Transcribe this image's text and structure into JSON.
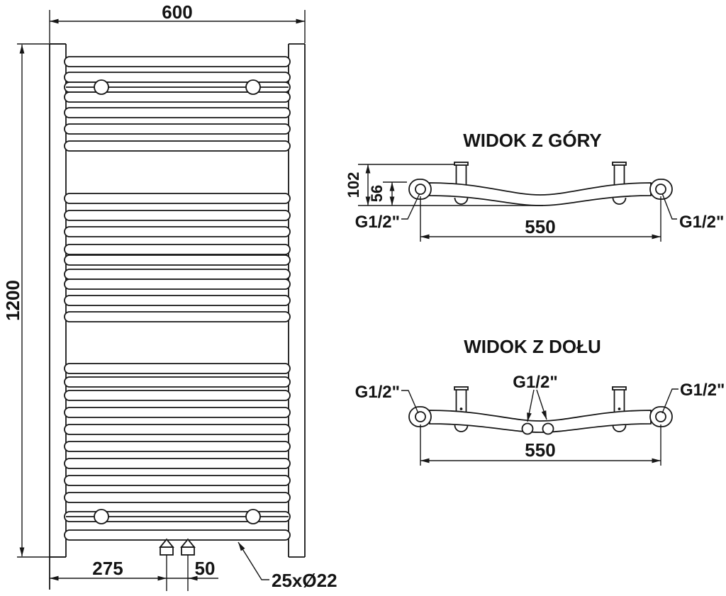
{
  "colors": {
    "line": "#161616",
    "background": "#ffffff"
  },
  "front_view": {
    "width_dim": "600",
    "height_dim": "1200",
    "valve_offset_dim": "275",
    "valve_spacing_dim": "50",
    "tube_spec": "25xØ22"
  },
  "top_view": {
    "title": "WIDOK Z GÓRY",
    "depth_dim": "102",
    "tube_axis_dim": "56",
    "spread_dim": "550",
    "thread_left": "G1/2\"",
    "thread_right": "G1/2\""
  },
  "bottom_view": {
    "title": "WIDOK Z DOŁU",
    "spread_dim": "550",
    "thread_left": "G1/2\"",
    "thread_center": "G1/2\"",
    "thread_right": "G1/2\""
  }
}
